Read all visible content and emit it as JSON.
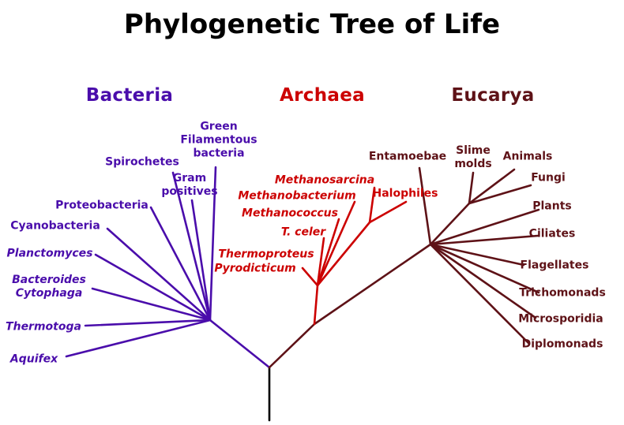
{
  "title": "Phylogenetic Tree of Life",
  "colors": {
    "bacteria": "#4A0DAB",
    "archaea": "#CC0000",
    "eucarya": "#5E1217",
    "root": "#000000",
    "background": "#FFFFFF",
    "title_color": "#000000"
  },
  "domains": {
    "bacteria": "Bacteria",
    "archaea": "Archaea",
    "eucarya": "Eucarya"
  },
  "taxa": {
    "bacteria": {
      "green_filamentous": "Green\nFilamentous\nbacteria",
      "spirochetes": "Spirochetes",
      "gram_positives": "Gram\npositives",
      "proteobacteria": "Proteobacteria",
      "cyanobacteria": "Cyanobacteria",
      "planctomyces": "Planctomyces",
      "bacteroides_cytophaga": "Bacteroides\nCytophaga",
      "thermotoga": "Thermotoga",
      "aquifex": "Aquifex"
    },
    "archaea": {
      "methanosarcina": "Methanosarcina",
      "methanobacterium": "Methanobacterium",
      "halophiles": "Halophiles",
      "methanococcus": "Methanococcus",
      "t_celer": "T. celer",
      "thermoproteus": "Thermoproteus",
      "pyrodicticum": "Pyrodicticum"
    },
    "eucarya": {
      "entamoebae": "Entamoebae",
      "slime_molds": "Slime\nmolds",
      "animals": "Animals",
      "fungi": "Fungi",
      "plants": "Plants",
      "ciliates": "Ciliates",
      "flagellates": "Flagellates",
      "trichomonads": "Trichomonads",
      "microsporidia": "Microsporidia",
      "diplomonads": "Diplomonads"
    }
  }
}
